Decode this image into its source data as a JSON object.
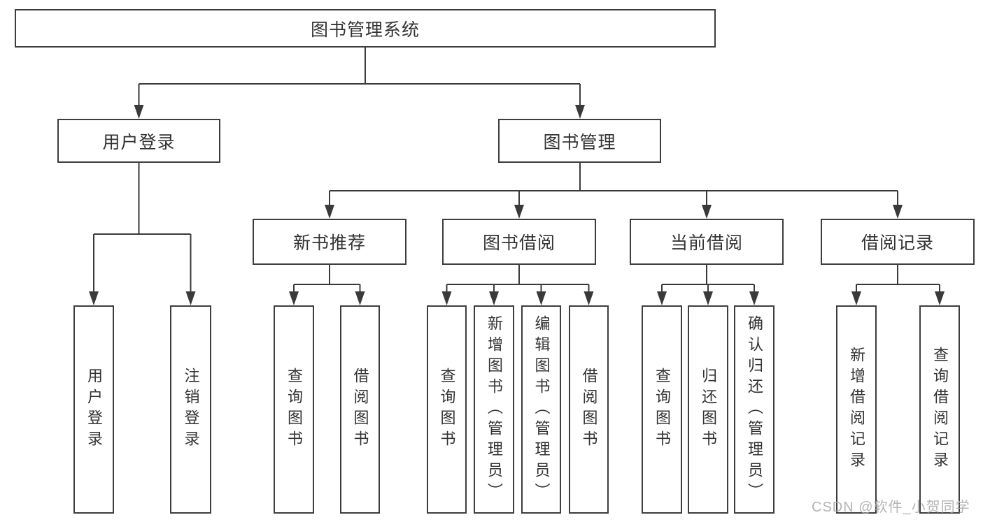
{
  "nodes": {
    "root": "图书管理系统",
    "user_login": "用户登录",
    "book_management": "图书管理",
    "new_book_recommend": "新书推荐",
    "book_borrow": "图书借阅",
    "current_borrow": "当前借阅",
    "borrow_records": "借阅记录",
    "leaf_user_login": "用户登录",
    "leaf_logout": "注销登录",
    "leaf_nb_query": "查询图书",
    "leaf_nb_borrow": "借阅图书",
    "leaf_bb_query": "查询图书",
    "leaf_bb_add": "新增图书（管理员）",
    "leaf_bb_edit": "编辑图书（管理员）",
    "leaf_bb_borrow": "借阅图书",
    "leaf_cb_query": "查询图书",
    "leaf_cb_return": "归还图书",
    "leaf_cb_confirm": "确认归还（管理员）",
    "leaf_br_add": "新增借阅记录",
    "leaf_br_query": "查询借阅记录"
  },
  "watermark": "CSDN @软件_小贺同学",
  "colors": {
    "line": "#3a3a3a",
    "text": "#333333",
    "border": "#3d3d3d",
    "bg": "#ffffff",
    "watermark": "#a8a8a8"
  }
}
